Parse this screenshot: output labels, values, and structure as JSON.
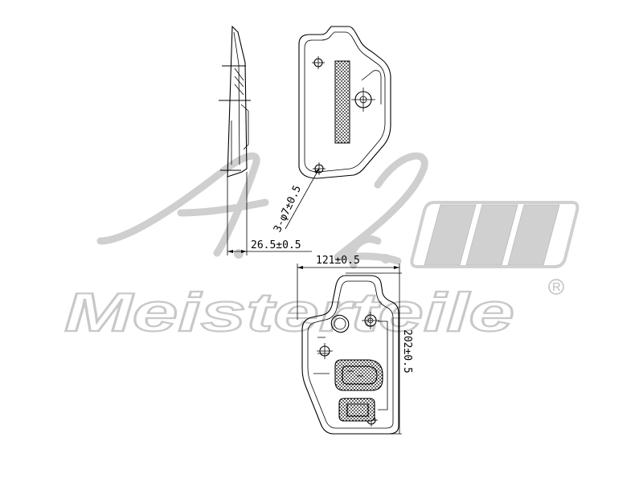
{
  "drawing": {
    "dimensions": {
      "thickness": "26.5±0.5",
      "width": "121±0.5",
      "height": "202±0.5",
      "hole": "3-φ7±0.5"
    }
  },
  "watermark": {
    "brand": "Meisterteile",
    "initials": "A.L.",
    "registered": "R"
  },
  "colors": {
    "line": "#000000",
    "watermark": "#c8c8c8"
  }
}
